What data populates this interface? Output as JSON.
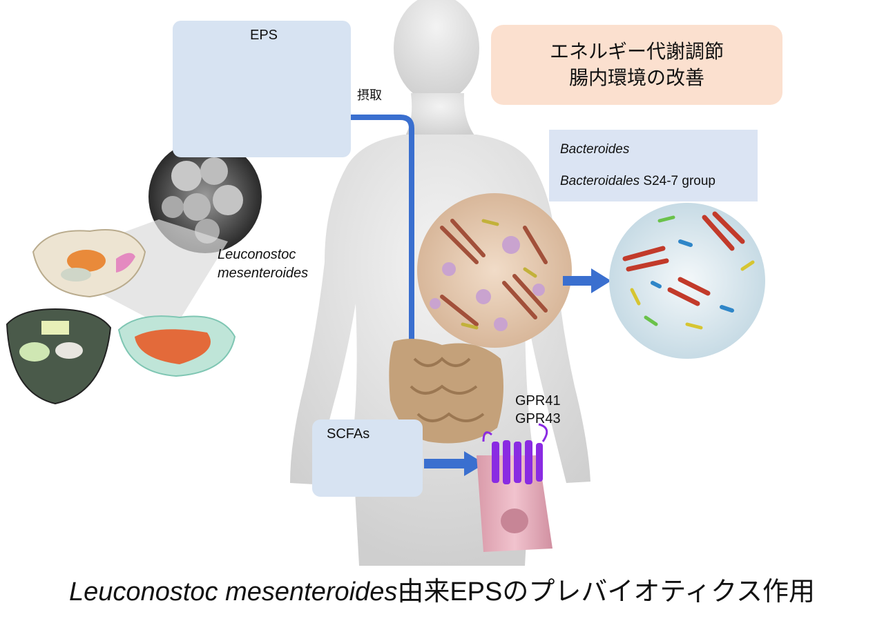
{
  "eps_label": "EPS",
  "intake_label": "摂取",
  "energy_line1": "エネルギー代謝調節",
  "energy_line2": "腸内環境の改善",
  "bacteria": {
    "item1": "Bacteroides",
    "item2_italic": "Bacteroidales",
    "item2_rest": " S24-7 group"
  },
  "leuconostoc_line1": "Leuconostoc",
  "leuconostoc_line2": "mesenteroides",
  "scfas_label": "SCFAs",
  "gpr_line1": "GPR41",
  "gpr_line2": "GPR43",
  "caption": {
    "italic": "Leuconostoc mesenteroides",
    "rest": "由来EPSのプレバイオティクス作用"
  },
  "colors": {
    "arrow": "#3a6fcf",
    "eps_box": "#d7e3f2",
    "energy_box": "#fbe0cf",
    "bacteria_box": "#dbe4f3",
    "receptor": "#8a2be2",
    "cell": "#e9b3c0",
    "body": "#e4e4e4"
  }
}
